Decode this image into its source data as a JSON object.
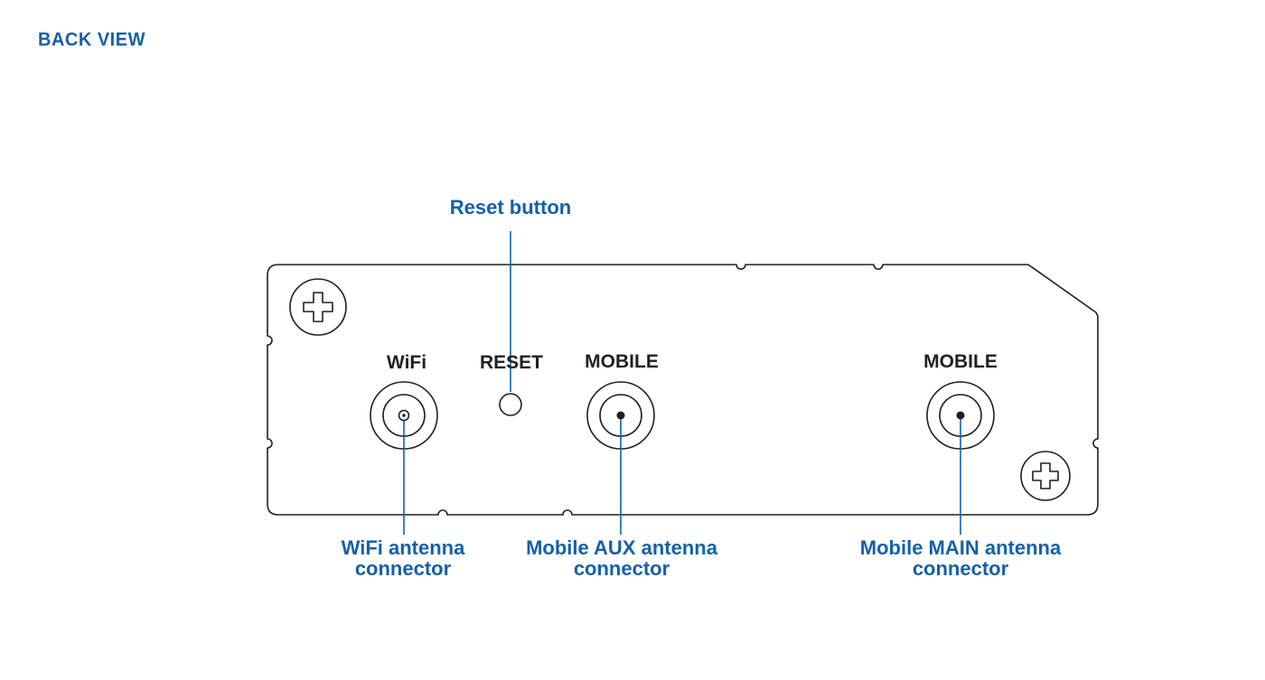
{
  "title": "BACK VIEW",
  "panel": {
    "wifi_label": "WiFi",
    "reset_label": "RESET",
    "mobile_aux_label": "MOBILE",
    "mobile_main_label": "MOBILE"
  },
  "callouts": {
    "reset_button": "Reset button",
    "wifi_line1": "WiFi antenna",
    "wifi_line2": "connector",
    "mobile_aux_line1": "Mobile AUX antenna",
    "mobile_aux_line2": "connector",
    "mobile_main_line1": "Mobile MAIN antenna",
    "mobile_main_line2": "connector"
  },
  "icons": [
    "phillips-screw-icon",
    "antenna-connector-icon",
    "reset-button-icon"
  ],
  "colors": {
    "accent_blue": "#1560a8",
    "outline_dark": "#231f20",
    "background": "#ffffff"
  }
}
